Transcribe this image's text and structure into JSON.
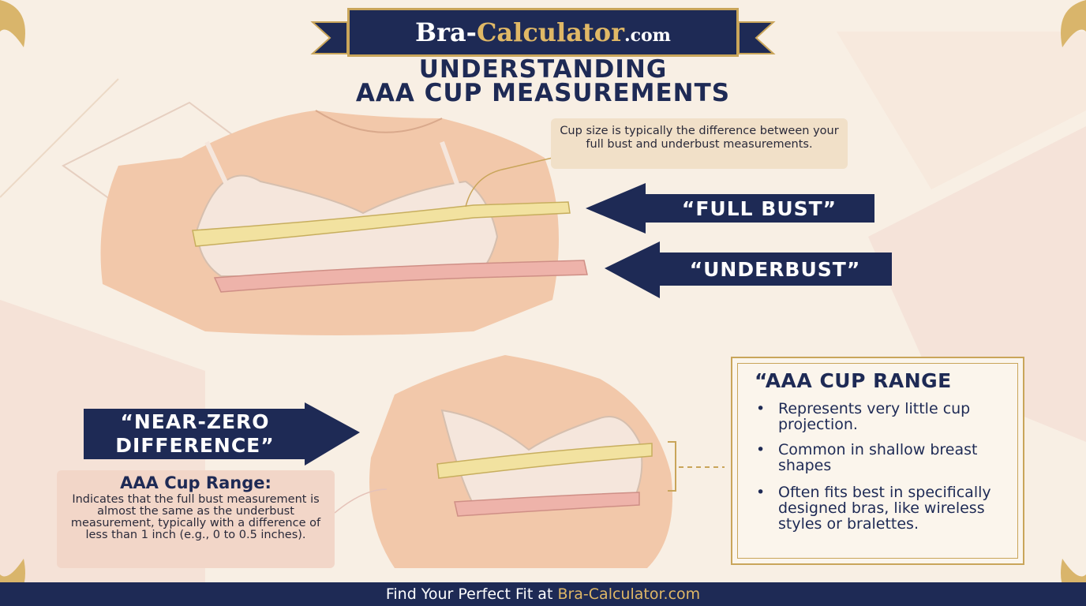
{
  "header": {
    "logo_main": "Bra-",
    "logo_accent": "Calculator",
    "logo_domain": ".com",
    "title_line1": "UNDERSTANDING",
    "title_line2": "AAA CUP MEASUREMENTS"
  },
  "callout": {
    "text": "Cup size is typically the difference between your full bust and underbust measurements."
  },
  "labels": {
    "full_bust": "“FULL BUST”",
    "underbust": "“UNDERBUST”",
    "near_zero_line1": "“NEAR-ZERO",
    "near_zero_line2": "DIFFERENCE”"
  },
  "range_box": {
    "title": "AAA Cup Range:",
    "body": "Indicates that the full bust measurement is almost the same as the underbust measurement, typically with a difference of less than 1 inch (e.g., 0 to 0.5 inches)."
  },
  "info_box": {
    "title": "“AAA CUP RANGE",
    "bullets": [
      "Represents very little cup projection.",
      "Common in shallow breast shapes",
      "Often fits best in specifically designed bras, like wireless styles or bralettes."
    ]
  },
  "footer": {
    "prefix": "Find Your Perfect Fit at ",
    "site": "Bra-Calculator.com"
  },
  "colors": {
    "navy": "#1e2a55",
    "gold": "#c9a55a",
    "cream": "#f8efe4",
    "skin": "#f2c8aa",
    "tape_yellow": "#f2e2a0",
    "tape_pink": "#eeb3aa"
  }
}
